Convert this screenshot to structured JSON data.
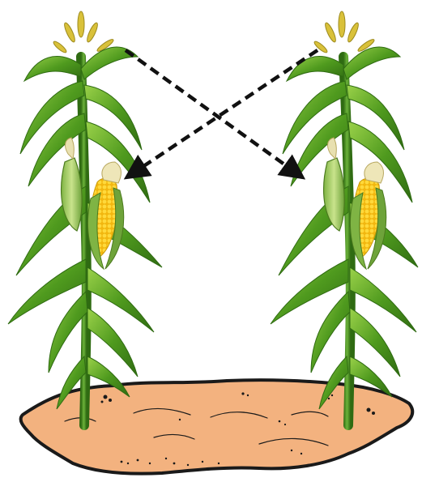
{
  "scene": {
    "description_free": true,
    "plants": [
      {
        "id": "left",
        "has_cob": true
      },
      {
        "id": "right",
        "has_cob": true
      }
    ],
    "arrows": [
      {
        "id": "left-to-right",
        "style": "dashed",
        "from": "left-tassel",
        "to": "right-ear"
      },
      {
        "id": "right-to-left",
        "style": "dashed",
        "from": "right-tassel",
        "to": "left-ear"
      }
    ],
    "colors": {
      "leaf": "#4f9a1e",
      "leaf_light": "#8cc63f",
      "leaf_dark": "#2f6b12",
      "stalk": "#3f8a1a",
      "tassel": "#d9c13a",
      "kernel": "#f5c518",
      "husk": "#b9d77a",
      "silk": "#e8e0b0",
      "soil": "#f3b27f",
      "soil_outline": "#1a1a1a",
      "arrow": "#111111"
    }
  }
}
